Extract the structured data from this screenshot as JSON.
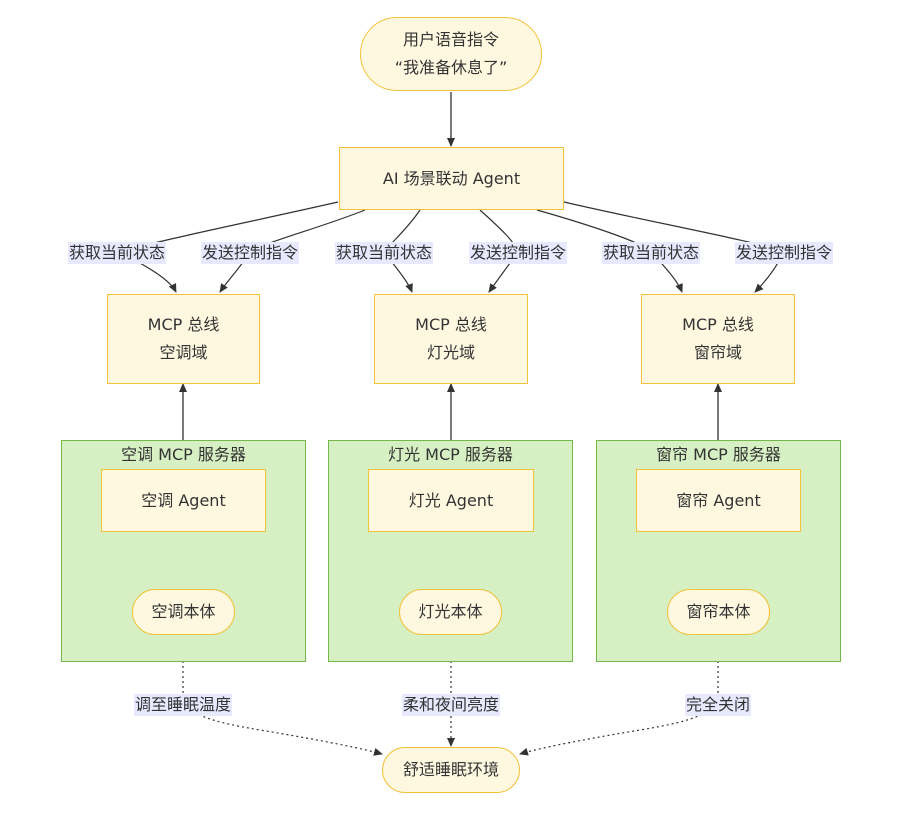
{
  "nodes": {
    "user_command": [
      "用户语音指令",
      "“我准备休息了”"
    ],
    "scene_agent": "AI 场景联动 Agent",
    "bus_ac": [
      "MCP 总线",
      "空调域"
    ],
    "bus_light": [
      "MCP 总线",
      "灯光域"
    ],
    "bus_curtain": [
      "MCP 总线",
      "窗帘域"
    ],
    "server_ac": "空调 MCP 服务器",
    "server_light": "灯光 MCP 服务器",
    "server_curtain": "窗帘 MCP 服务器",
    "agent_ac": "空调 Agent",
    "agent_light": "灯光 Agent",
    "agent_curtain": "窗帘 Agent",
    "device_ac": "空调本体",
    "device_light": "灯光本体",
    "device_curtain": "窗帘本体",
    "result": "舒适睡眠环境"
  },
  "edge_labels": {
    "get_state_ac": "获取当前状态",
    "send_cmd_ac": "发送控制指令",
    "get_state_light": "获取当前状态",
    "send_cmd_light": "发送控制指令",
    "get_state_curtain": "获取当前状态",
    "send_cmd_curtain": "发送控制指令",
    "ac_effect": "调至睡眠温度",
    "light_effect": "柔和夜间亮度",
    "curtain_effect": "完全关闭"
  },
  "colors": {
    "node_fill": "#fff8e1",
    "node_border": "#f2c23a",
    "group_fill": "#d6f0c4",
    "group_border": "#74b84a",
    "edge_label_bg": "#e8e8ff",
    "edge": "#333333"
  }
}
